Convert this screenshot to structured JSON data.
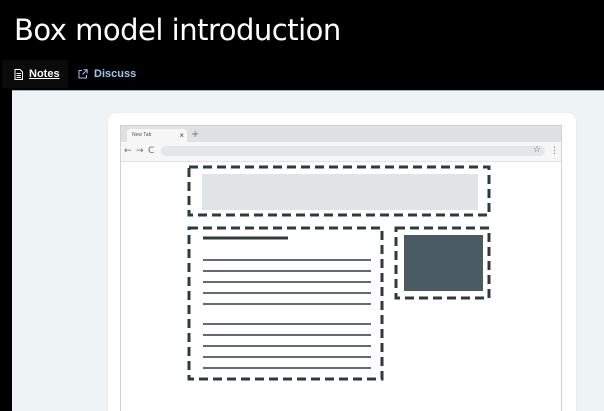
{
  "page": {
    "title": "Box model introduction"
  },
  "tabs": [
    {
      "label": "Notes",
      "icon": "document-icon",
      "active": true
    },
    {
      "label": "Discuss",
      "icon": "external-link-icon",
      "active": false
    }
  ],
  "illustration": {
    "browser_tab_label": "New Tab",
    "browser_tab_close": "×",
    "new_tab_button": "+",
    "nav_back": "←",
    "nav_forward": "→",
    "nav_reload": "C",
    "bookmark_star": "☆",
    "menu_dots": "⋮",
    "colors": {
      "dash": "#2f3a3f",
      "header_fill": "#e1e4e6",
      "image_fill": "#4a5b64",
      "text_line": "#2f3a3f"
    }
  }
}
